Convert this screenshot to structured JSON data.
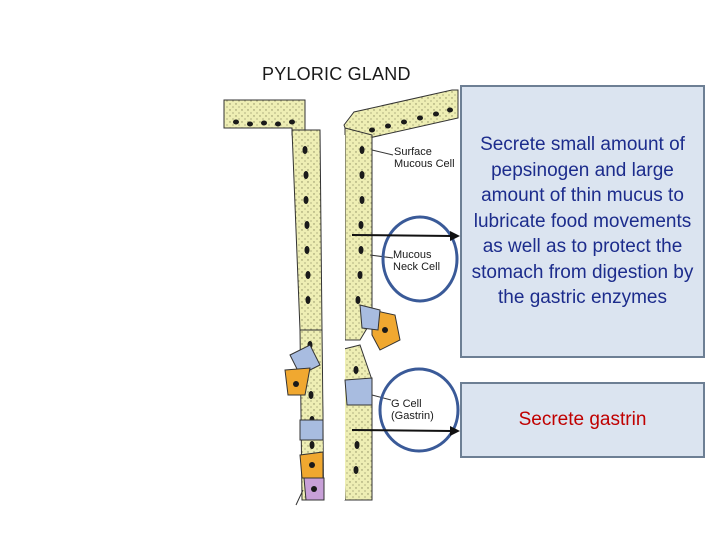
{
  "title": "PYLORIC GLAND",
  "labels": {
    "surface_mucous_line1": "Surface",
    "surface_mucous_line2": "Mucous Cell",
    "mucous_neck_line1": "Mucous",
    "mucous_neck_line2": "Neck Cell",
    "g_cell_line1": "G Cell",
    "g_cell_line2": "(Gastrin)"
  },
  "descriptions": {
    "mucous_function": "Secrete small amount of pepsinogen and large amount of thin mucus to lubricate food movements as well as to protect the stomach from digestion by the gastric enzymes",
    "g_cell_function": "Secrete gastrin"
  },
  "colors": {
    "cell_fill": "#eeeeb4",
    "nucleus": "#1a1a1a",
    "g_cell_fill": "#f0a830",
    "blue_cell_fill": "#a8bce0",
    "purple_cell_fill": "#c8a0d8",
    "circle_stroke": "#3a5a98",
    "box_fill": "#dbe4f0",
    "box_text": "#1c2c8c",
    "gastrin_text": "#c00000"
  }
}
